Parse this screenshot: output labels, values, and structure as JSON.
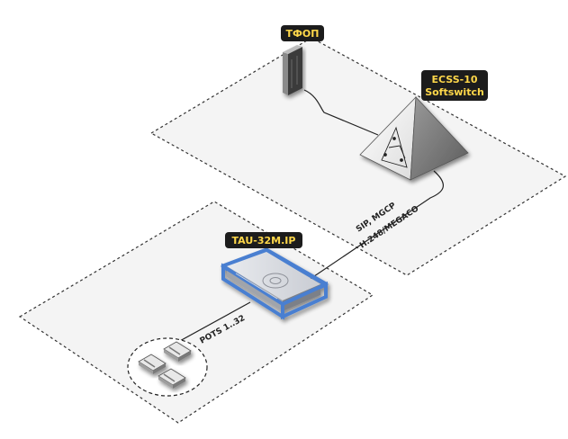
{
  "labels": {
    "pstn": "ТФОП",
    "softswitch_line1": "ECSS-10",
    "softswitch_line2": "Softswitch",
    "gateway": "TAU-32M.IP",
    "protocol_line1": "SIP, MGCP",
    "protocol_line2": "H.248/MEGACO",
    "pots": "POTS 1..32"
  },
  "icons": {
    "pstn": "pstn-exchange-icon",
    "softswitch": "softswitch-pyramid-icon",
    "gateway": "gateway-device-icon",
    "phones": "telephone-icon"
  },
  "colors": {
    "badge_bg": "#1c1c1c",
    "badge_text": "#ffd84a",
    "plane_fill": "#f4f4f4",
    "plane_stroke": "#333333",
    "gateway_frame": "#4a7fd1"
  }
}
